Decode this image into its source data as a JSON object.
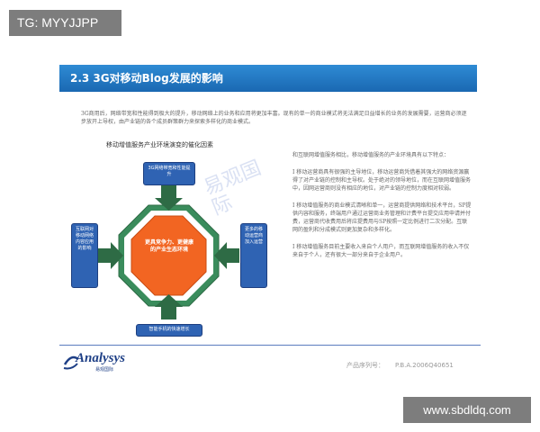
{
  "tag": "TG: MYYJJPP",
  "title": "2.3 3G对移动Blog发展的影响",
  "intro": "3G商用后，网络带宽和性能得到极大的提升，移动网络上的业务和应用将更加丰富。现有的单一的商业模式将无法满足日益增长的业务的发展需要，运营商必须逐步放开上导权，由产业链的各个成员群策群力来探索多样化的商业模式。",
  "diagram": {
    "title": "移动增值服务产业环境演变的催化因素",
    "top": "3G网络带宽和性能提升",
    "left": "互联网对移动网络内容应用的影响",
    "right": "更多的移动运营商加入运营",
    "bottom": "智能手机的快速增长",
    "center": "更具竞争力、更健康的产业生态环境",
    "colors": {
      "box": "#2f63b3",
      "octagon": "#f26522",
      "ring": "#3a8c5c",
      "arrow": "#2e6b45"
    }
  },
  "watermark": "易观国际",
  "right_col": {
    "p1": "和互联网增值服务相比，移动增值服务的产业环境具有以下特点：",
    "p2": "I 移动运营商具有很强的主导地位，移动运营商凭借着其强大的网络资源赢得了对产业链的控制和主导权。处于绝对的领导地位，而在互联网增值服务中，因网运营商则没有相应的地位，对产业链的控制力度相对较弱。",
    "p3": "I 移动增值服务的商业模式清晰和单一，运营商提供网络和技术平台，SP提供内容和服务，终端用户通过运营商业务管理和计费平台提交应用申请并付费，运营商代收费用后将应提费用与SP按照一定比例进行二次分配。互联网的盈利和分成模式则更加复杂和多样化。",
    "p4": "I 移动增值服务目前主要收入来自个人用户，而互联网增值服务的收入不仅来自于个人，还有很大一部分来自于企业用户。"
  },
  "footer": {
    "logo_name": "Analysys",
    "logo_sub": "易观国际",
    "product_label": "产品序列号：",
    "product_code": "P.B.A.2006Q40651"
  },
  "url": "www.sbdldq.com"
}
